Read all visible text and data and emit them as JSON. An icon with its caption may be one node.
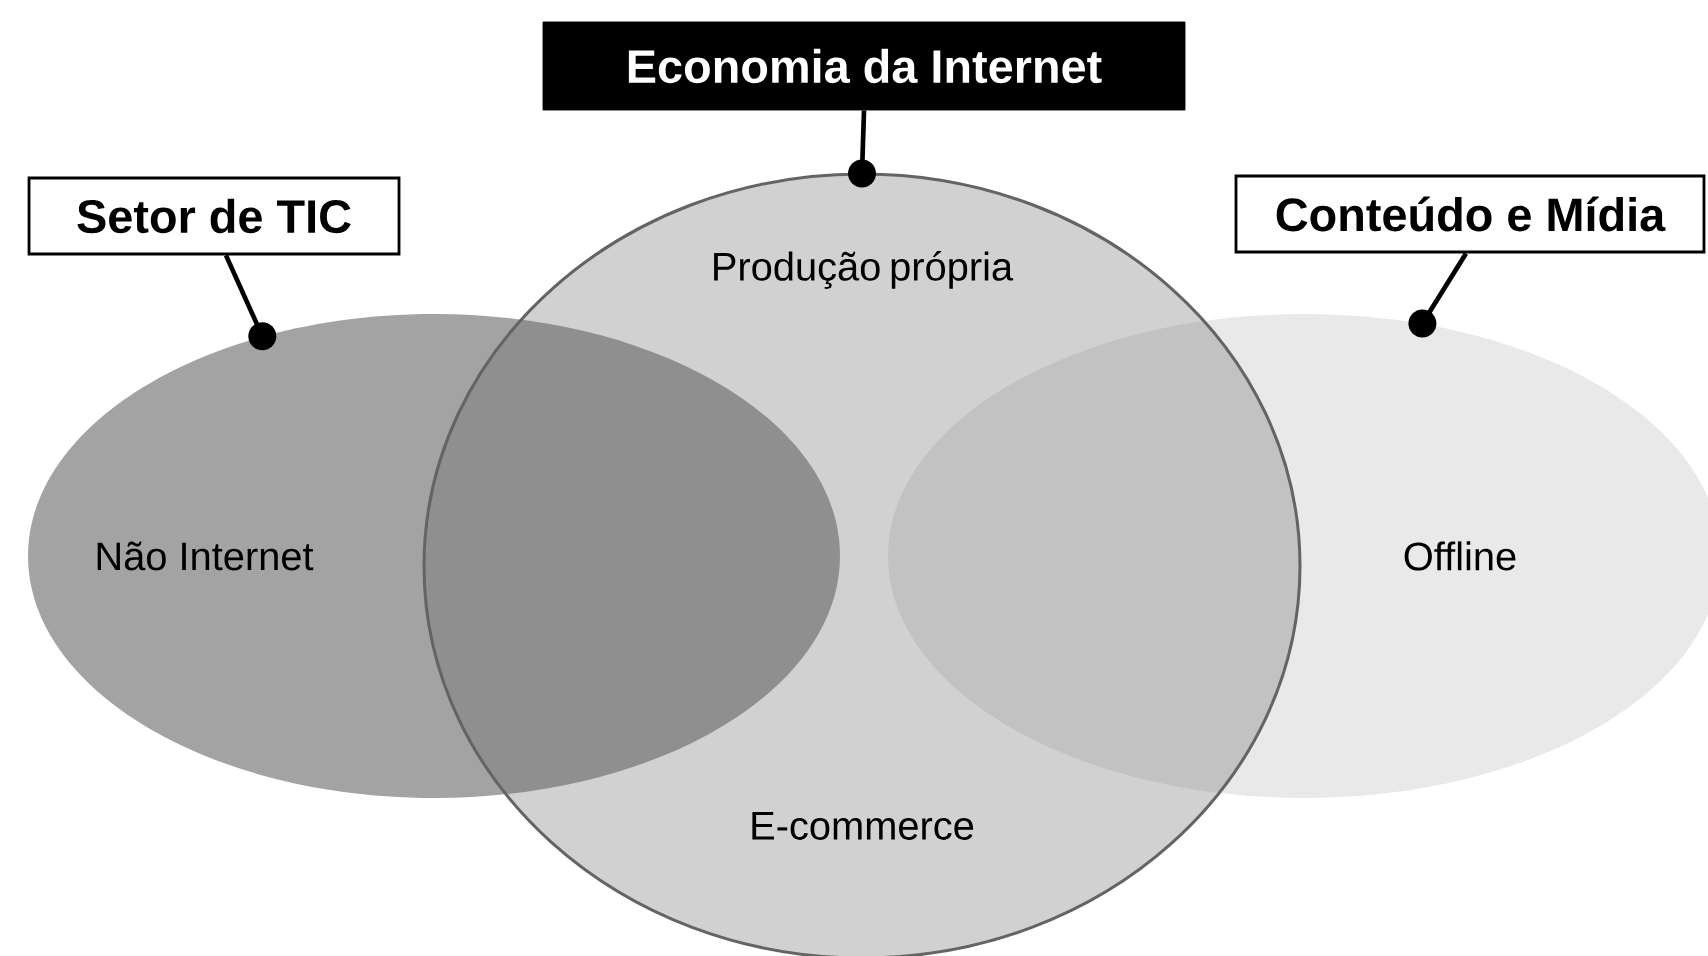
{
  "diagram": {
    "nodes": [
      {
        "text": [
          "Economia da Internet"
        ]
      },
      {
        "text": [
          "Setor de TIC"
        ]
      },
      {
        "text": [
          "Conteúdo e Mídia"
        ]
      },
      {
        "text": [
          "Não Internet"
        ]
      },
      {
        "text": [
          "Produção própria",
          "E-commerce"
        ]
      },
      {
        "text": [
          "Offline"
        ]
      }
    ],
    "edges": [
      {
        "from": 0,
        "to": 4,
        "arrow": "other"
      },
      {
        "from": 1,
        "to": 3,
        "arrow": "other"
      },
      {
        "from": 2,
        "to": 5,
        "arrow": "other"
      }
    ]
  }
}
